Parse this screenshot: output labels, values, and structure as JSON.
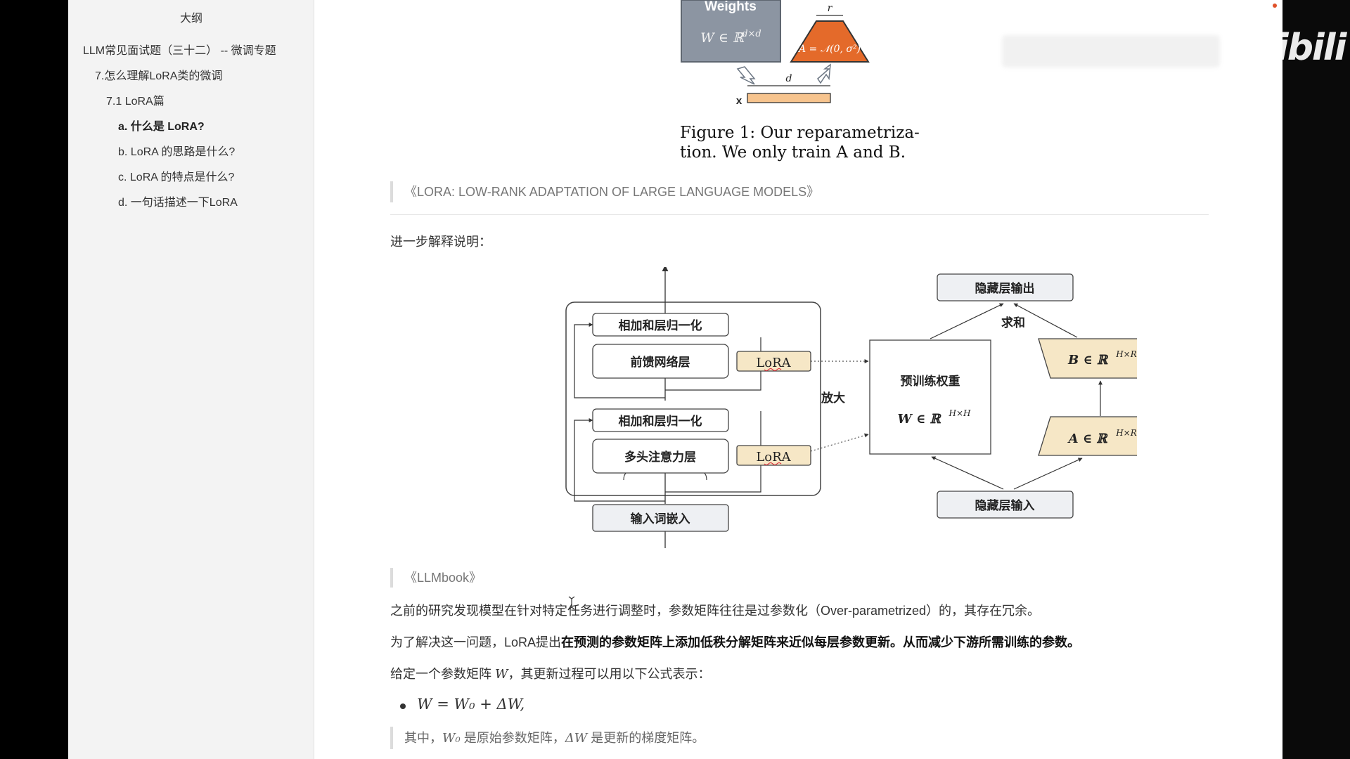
{
  "sidebar": {
    "title": "大纲",
    "items": [
      {
        "label": "LLM常见面试题（三十二） -- 微调专题"
      },
      {
        "label": "7.怎么理解LoRA类的微调"
      },
      {
        "label": "7.1 LoRA篇"
      },
      {
        "label": "a. 什么是 LoRA?"
      },
      {
        "label": "b. LoRA 的思路是什么?"
      },
      {
        "label": "c. LoRA 的特点是什么?"
      },
      {
        "label": "d. 一句话描述一下LoRA"
      }
    ]
  },
  "figure1": {
    "weights_label": "Weights",
    "weights_formula": "W ∈ ℝ",
    "weights_sup": "d×d",
    "r_label": "r",
    "a_formula": "A = 𝒩(0, σ²)",
    "d_label": "d",
    "x_label": "x",
    "caption_line1": "Figure 1: Our reparametriza-",
    "caption_line2": "tion. We only train A and B."
  },
  "quote1": "《LORA: LOW-RANK ADAPTATION OF LARGE LANGUAGE MODELS》",
  "intro": "进一步解释说明：",
  "figure2": {
    "add_norm_top": "相加和层归一化",
    "ffn": "前馈网络层",
    "lora_top": "LoRA",
    "add_norm_bottom": "相加和层归一化",
    "mha": "多头注意力层",
    "lora_bottom": "LoRA",
    "input_embed": "输入词嵌入",
    "amplify": "放大",
    "pretrained": "预训练权重",
    "w_formula": "W ∈ ℝ",
    "w_sup": "H×H",
    "hidden_out": "隐藏层输出",
    "sum": "求和",
    "b_formula": "B ∈ ℝ",
    "b_sup": "H×R",
    "a_formula": "A ∈ ℝ",
    "a_sup": "H×R",
    "hidden_in": "隐藏层输入"
  },
  "quote2": "《LLMbook》",
  "para1": "之前的研究发现模型在针对特定任务进行调整时，参数矩阵往往是过参数化（Over-parametrized）的，其存在冗余。",
  "para2_plain": "为了解决这一问题，LoRA提出",
  "para2_bold": "在预测的参数矩阵上添加低秩分解矩阵来近似每层参数更新。从而减少下游所需训练的参数。",
  "para3_pre": "给定一个参数矩阵",
  "para3_var": "W",
  "para3_post": "，其更新过程可以用以下公式表示：",
  "formula": "W = W₀ + ΔW,",
  "quote3_pre": "其中，",
  "quote3_var1": "W₀",
  "quote3_mid": " 是原始参数矩阵，",
  "quote3_var2": "ΔW",
  "quote3_post": " 是更新的梯度矩阵。",
  "watermark": "bilibili"
}
